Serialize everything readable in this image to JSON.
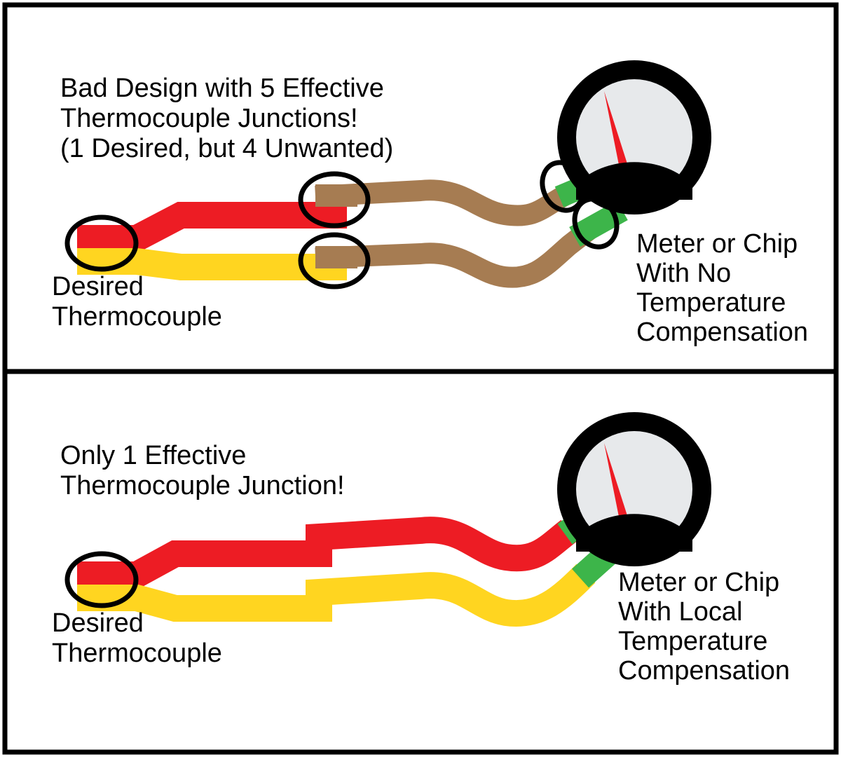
{
  "figure": {
    "title_hidden": "Thermocouple junction wiring: bad vs good design",
    "background": "#FFFFFF",
    "border_color": "#000000"
  },
  "colors": {
    "red_wire": "#ED1C24",
    "yellow_wire": "#FFD520",
    "brown_wire": "#A67C52",
    "green_terminal": "#3DB54A",
    "meter_bezel": "#000000",
    "meter_face": "#E7E9EB",
    "needle": "#ED1C24",
    "outline": "#000000"
  },
  "panels": [
    {
      "id": "bad-design",
      "heading_lines": [
        "Bad Design with 5 Effective",
        "Thermocouple Junctions!",
        "(1 Desired, but 4 Unwanted)"
      ],
      "junction_label_lines": [
        "Desired",
        "Thermocouple"
      ],
      "meter_label_lines": [
        "Meter or Chip",
        "With No",
        "Temperature",
        "Compensation"
      ],
      "effective_junction_count": 5,
      "desired_junction_count": 1,
      "unwanted_junction_count": 4,
      "circled_junctions": 5,
      "wire_segments": [
        "red thermocouple leg",
        "yellow thermocouple leg",
        "brown copper extension (upper)",
        "brown copper extension (lower)",
        "green terminal (upper)",
        "green terminal (lower)"
      ]
    },
    {
      "id": "good-design",
      "heading_lines": [
        "Only 1 Effective",
        "Thermocouple Junction!"
      ],
      "junction_label_lines": [
        "Desired",
        "Thermocouple"
      ],
      "meter_label_lines": [
        "Meter or Chip",
        "With Local",
        "Temperature",
        "Compensation"
      ],
      "effective_junction_count": 1,
      "desired_junction_count": 1,
      "unwanted_junction_count": 0,
      "circled_junctions": 1,
      "wire_segments": [
        "red thermocouple leg",
        "yellow thermocouple leg",
        "green terminal (upper)",
        "green terminal (lower)"
      ]
    }
  ]
}
